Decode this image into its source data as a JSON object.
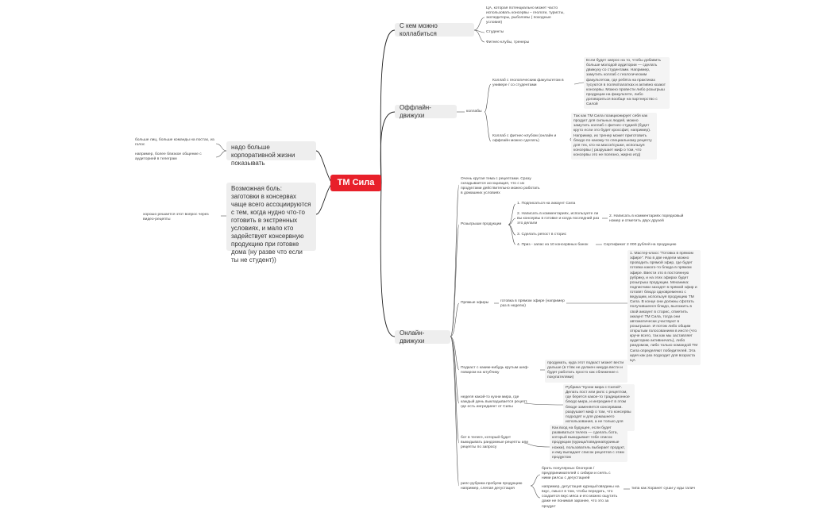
{
  "root": {
    "label": "ТМ Сила"
  },
  "collab": {
    "label": "С кем можно коллабиться",
    "items": [
      "ЦА, которая потенциально может часто использовать консервы – геологи, туристы, экспедиторы, рыболовы ( походные условия)",
      "Студенты",
      "Фитнес-клубы, тренеры"
    ]
  },
  "offline": {
    "label": "Оффлайн-движухи",
    "sub": "коллабы",
    "items": [
      {
        "label": "Коллаб с геологическим факультетом в универе / со студентами",
        "detail": "Если будет запрос на то, чтобы добавить больше молодой аудитории — сделать движуху со студентами. Например, замутить коллаб с геологическим факультетом, где ребята на практиках тусуются в полях/палатках и активно юзают консервы. Можно провести либо розыгрыш продукции на факультете, либо договориться вообще на партнерство с Силой"
      },
      {
        "label": "Коллаб с фитнес-клубом (онлайн и оффлайн можно сделать)",
        "detail": "Так как ТМ Сила позиционирует себя как продукт для сильных людей, можно замутить коллаб с фитнес-студией (будет круто если это будет кроссфит, например). Например, их тренер может приготовить блюдо по какому-то специальному рецепту для тех, кто на массе/сушке, используя консервы ( разрушает миф о том, что консервы это не полезно, жирно итд)"
      }
    ]
  },
  "corporate": {
    "label": "надо больше корпоративной жизни показывать",
    "notes": [
      "больше лиц, больше команды на постах, из голос",
      "например, более близкое общение с аудиторией в телеграм"
    ]
  },
  "pain": {
    "label": "Возможная боль: заготовки в консервах чаще всего ассоциируются с тем, когда нудно что-то готовить в экстренных условиях, и мало кто задействует консервную продукцию при готовке дома (ну разве что если ты не студент))",
    "note": "хорошо решается этот вопрос через видео-рецепты"
  },
  "online": {
    "label": "Онлайн-движухи",
    "recipes": "Очень крутая тема с рецептами. Сразу складывается ассоциация, что с их продуктами действительно можно работать в домашних условиях",
    "giveaway": {
      "label": "Розыгрыши продукции",
      "steps": [
        "1. Подписаться на аккаунт Сила",
        "2. Написать в комментариях, используете ли вы консервы в готовке и когда последний раз это делали",
        "3. Сделать репост в сторис",
        "4. Приз - запас из 10 консервных банок"
      ],
      "step2_detail": "2. Написать в комментариях порядковый номер и отметить двух друзей",
      "step4_detail": "Сертификат 2 000 рублей на продукцию"
    },
    "live": {
      "label": "Прямые эфиры",
      "sub": "готовка в прямом эфире (например раз в неделю)",
      "detail": "1. Мастер-класс \"Готовка в прямом эфире\". Раз в две недели можно проводить прямой эфир, где будет готовка какого-то блюда в прямом эфире. Ввести это в постоянную рубрику, и на этих эфирах будет розыгрыш продукции. Механика: подписчики заходят в прямой эфир и готовят блюдо одновременно с ведущим, используя продукцию ТМ Сила. В конце они должны сфотать получившееся блюдо, выложить в свой аккаунт в сторис, отметить аккаунт ТМ Сила, тогда они автоматически участвуют в розыгрыше. И потом либо общим открытым голосованием в инсте (что круче всего, так как мы заставляет аудиторию активничать), либо рандомом, либо только командой ТМ Сила определяют победителей. Эта идея как раз подходит для возраста ЦА"
    },
    "podcast": {
      "label": "Подкаст с каким-нибудь крутым шеф-поваром на ютубчику",
      "detail": "продумать, куда этот подкаст может вести дальше (в тг\\вк не должен никуда вести и будет работать просто как сближение с покупателями)"
    },
    "world": {
      "label": "неделя какой-то кухни мира, где каждый день выкладывается рецепт, где есть ингредиент от Силы",
      "detail": "Рубрика \"Кухни мира с Силой\". Делать пост или рилс с рецептом, где берется какое-то традиционное блюдо мира, и ингредиент в этом блюде заменяется консервами. разрушает миф о том, что консервы подходят и для домашнего использования, а не только для туризма"
    },
    "bot": {
      "label": "бот в телеге, который будет выкидывать рандомные рецепты или рецепты по запросу",
      "detail": "Как вход на будущее, если будет развиваться телега — сделать бота, который выкидывает тебе список продукции (курица/говядина/куриные ножки), пользователь выбирает продукт, и ему выпадает список рецептов с этим продуктом"
    },
    "reels": {
      "label": "рилс-рубрика пробуем продукцию например, слепая дегустация",
      "details": [
        "брать популярных блогеров / предпринимателей с сибири и снять с ними рилсы с дегустацией",
        "например, дегустация курицы/говядины на вкус, смысл в том, чтобы передать, что создается вкус мяса и его можно ощутить даже не понимая заранее, что это за продукт"
      ],
      "extra": "типа как Хоранет суши у иды галич"
    }
  }
}
